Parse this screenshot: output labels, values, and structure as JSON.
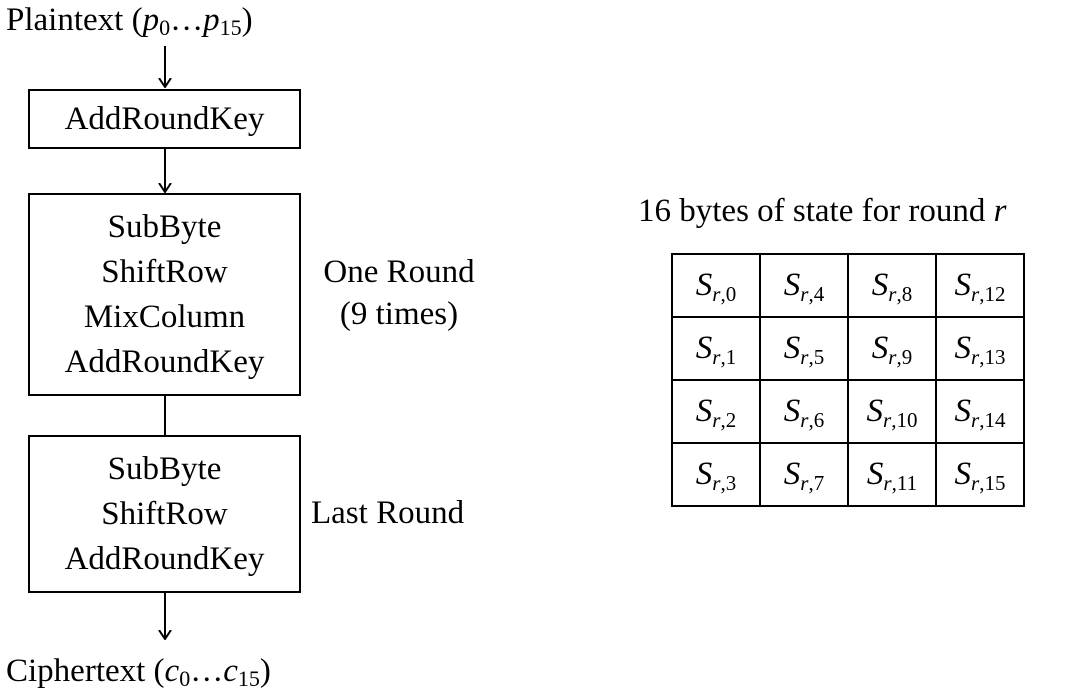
{
  "flow": {
    "plaintext": {
      "label": "Plaintext (",
      "var": "p",
      "sub_start": "0",
      "ellipsis": "…",
      "sub_end": "15",
      "close": ")"
    },
    "box1": {
      "lines": [
        "AddRoundKey"
      ]
    },
    "box2": {
      "lines": [
        "SubByte",
        "ShiftRow",
        "MixColumn",
        "AddRoundKey"
      ]
    },
    "box2_label": {
      "lines": [
        "One Round",
        "(9 times)"
      ]
    },
    "box3": {
      "lines": [
        "SubByte",
        "ShiftRow",
        "AddRoundKey"
      ]
    },
    "box3_label": "Last Round",
    "ciphertext": {
      "label": "Ciphertext (",
      "var": "c",
      "sub_start": "0",
      "ellipsis": "…",
      "sub_end": "15",
      "close": ")"
    }
  },
  "state": {
    "title_prefix": "16 bytes of state for round ",
    "title_var": "r",
    "cell_symbol": "S",
    "round_symbol": "r",
    "rows": [
      [
        "0",
        "4",
        "8",
        "12"
      ],
      [
        "1",
        "5",
        "9",
        "13"
      ],
      [
        "2",
        "6",
        "10",
        "14"
      ],
      [
        "3",
        "7",
        "11",
        "15"
      ]
    ]
  }
}
